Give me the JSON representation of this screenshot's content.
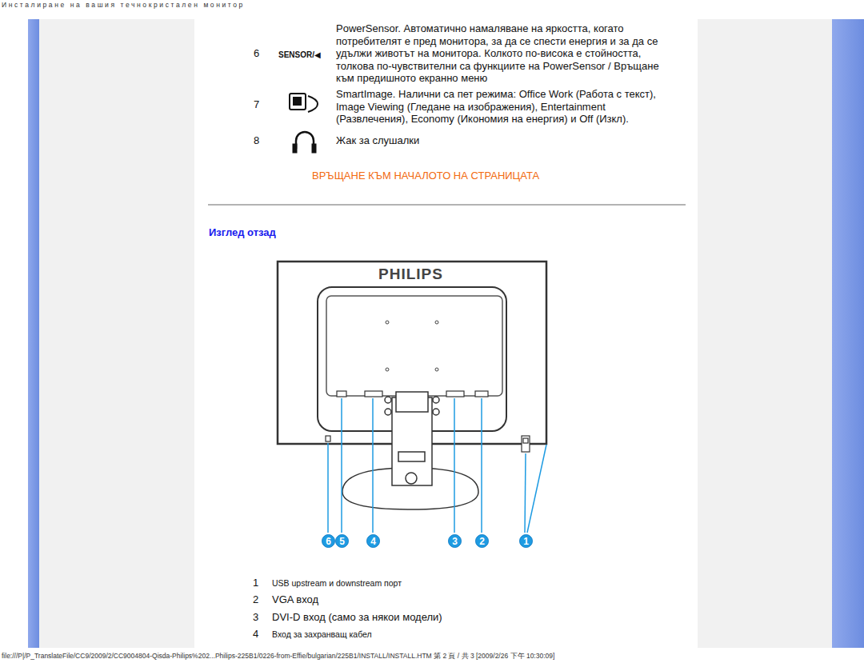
{
  "diagram": {
    "title": "Изглед отзад",
    "nodes": [
      {
        "text": [
          "6"
        ]
      },
      {
        "text": [
          "5"
        ]
      },
      {
        "text": [
          "4"
        ]
      },
      {
        "text": [
          "3"
        ]
      },
      {
        "text": [
          "2"
        ]
      },
      {
        "text": [
          "1"
        ]
      }
    ],
    "labels": [
      "Инсталиране на вашия течнокристален монитор",
      "6",
      "SENSOR/◀",
      "PowerSensor. Автоматично намаляване на яркостта, когато потребителят е пред монитора, за да се спести енергия и за да се удължи животът на монитора. Колкото по-висока е стойността, толкова по-чувствителни са функциите на PowerSensor / Връщане към предишното екранно меню",
      "7",
      "SmartImage. Налични са пет режима: Office Work (Работа с текст), Image Viewing (Гледане на изображения), Entertainment (Развлечения), Economy (Икономия на енергия) и Off (Изкл).",
      "8",
      "Жак за слушалки",
      "ВРЪЩАНЕ КЪМ НАЧАЛОТО НА СТРАНИЦАТА",
      "PHILIPS",
      "1",
      "USB upstream и downstream порт",
      "2",
      "VGA вход",
      "3",
      "DVI-D вход (само за някои модели)",
      "4",
      "Вход за захранващ кабел",
      "file:///P|/P_TranslateFile/CC9/2009/2/CC9004804-Qisda-Philips%202...Philips-225B1/0226-from-Effie/bulgarian/225B1/INSTALL/INSTALL.HTM 第 2 頁 / 共 3 [2009/2/26 下午 10:30:09]"
    ]
  }
}
